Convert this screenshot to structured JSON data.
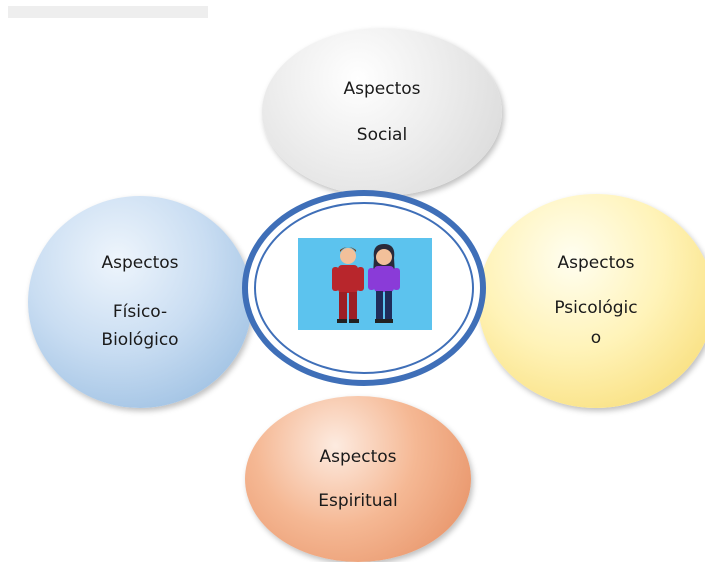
{
  "diagram": {
    "nodes": [
      {
        "id": "social",
        "lines": [
          "Aspectos",
          "Social"
        ],
        "color": "#d6d6d6"
      },
      {
        "id": "fisico",
        "lines": [
          "Aspectos",
          "Físico-",
          "Biológico"
        ],
        "color": "#8eb6dd"
      },
      {
        "id": "psico",
        "lines": [
          "Aspectos",
          "Psicológic",
          "o"
        ],
        "color": "#f6d766"
      },
      {
        "id": "espiritual",
        "lines": [
          "Aspectos",
          "Espiritual"
        ],
        "color": "#e48a5d"
      }
    ],
    "center": {
      "image": "man-and-woman-icon",
      "ring_color": "#3f6fb8",
      "background": "#5cc3ee"
    }
  }
}
